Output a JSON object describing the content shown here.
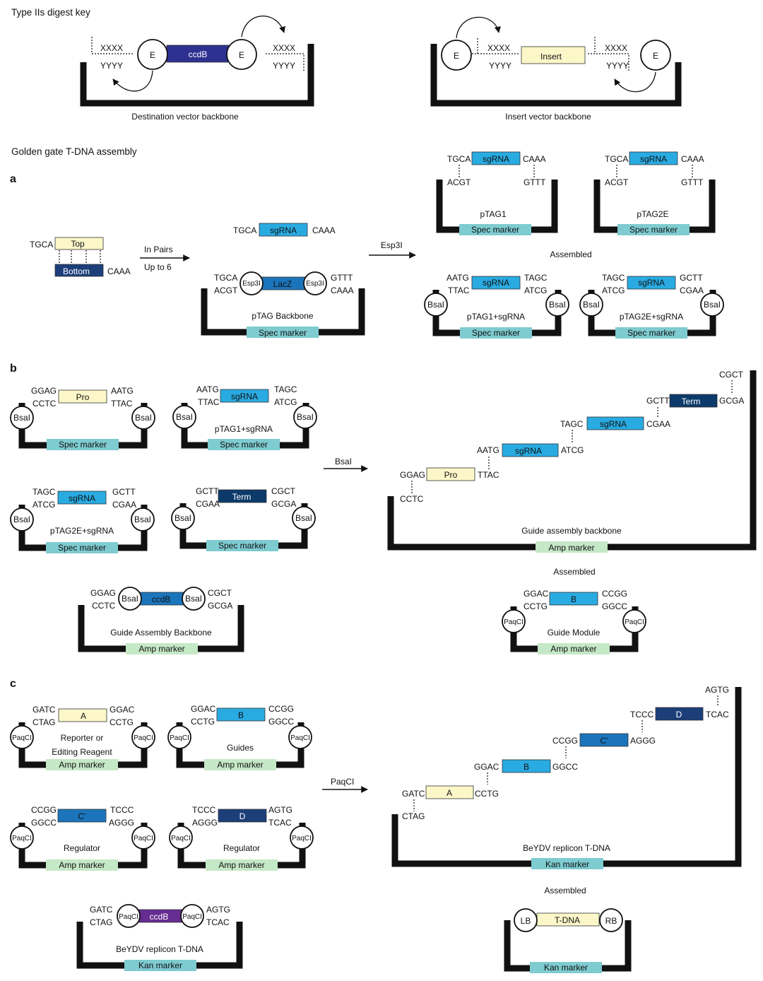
{
  "headers": {
    "key": "Type IIs digest key",
    "assembly": "Golden gate T-DNA assembly",
    "panel_a": "a",
    "panel_b": "b",
    "panel_c": "c"
  },
  "labels": {
    "dest_backbone": "Destination vector backbone",
    "insert_backbone": "Insert vector backbone",
    "xxxx": "XXXX",
    "yyyy": "YYYY",
    "e": "E",
    "ccdb": "ccdB",
    "insert": "Insert",
    "top": "Top",
    "bottom": "Bottom",
    "tgca": "TGCA",
    "caaa": "CAAA",
    "acgt": "ACGT",
    "gttt": "GTTT",
    "in_pairs": "In Pairs",
    "up_to_6": "Up to 6",
    "sgrna": "sgRNA",
    "lacz": "LacZ",
    "esp3i_site": "Esp3I",
    "esp3i": "Esp3I",
    "ptag_backbone": "pTAG Backbone",
    "spec_marker": "Spec marker",
    "amp_marker": "Amp marker",
    "kan_marker": "Kan marker",
    "ptag1": "pTAG1",
    "ptag2e": "pTAG2E",
    "assembled": "Assembled",
    "aatg": "AATG",
    "ttac": "TTAC",
    "tagc": "TAGC",
    "atcg": "ATCG",
    "gctt": "GCTT",
    "cgaa": "CGAA",
    "bsai": "BsaI",
    "ptag1_sgrna": "pTAG1+sgRNA",
    "ptag2e_sgrna": "pTAG2E+sgRNA",
    "ggag": "GGAG",
    "cctc": "CCTC",
    "pro": "Pro",
    "term": "Term",
    "cgct": "CGCT",
    "gcga": "GCGA",
    "guide_assembly_backbone_lower": "Guide assembly backbone",
    "guide_assembly_backbone": "Guide Assembly Backbone",
    "ggac": "GGAC",
    "cctg": "CCTG",
    "ccgg": "CCGG",
    "ggcc": "GGCC",
    "b": "B",
    "paqci": "PaqCI",
    "guide_module": "Guide Module",
    "gatc": "GATC",
    "ctag": "CTAG",
    "a": "A",
    "reporter1": "Reporter or",
    "reporter2": "Editing Reagent",
    "guides": "Guides",
    "tccc": "TCCC",
    "aggg": "AGGG",
    "agtg": "AGTG",
    "tcac": "TCAC",
    "cprime": "C'",
    "d": "D",
    "regulator": "Regulator",
    "beydv": "BeYDV replicon T-DNA",
    "lb": "LB",
    "rb": "RB",
    "tdna": "T-DNA"
  },
  "colors": {
    "ccdb_dest": "#2e3192",
    "ccdb_c": "#662d91",
    "insert_fill": "#fbf7c9",
    "sgrna": "#29abe2",
    "lacz": "#1b75bc",
    "bottom": "#1c3f7a",
    "marker": "#7ecbd0",
    "amp": "#c5e8c6",
    "kan": "#7ecbd0",
    "term": "#0c3a6a",
    "mid_blue": "#1c75bc"
  }
}
